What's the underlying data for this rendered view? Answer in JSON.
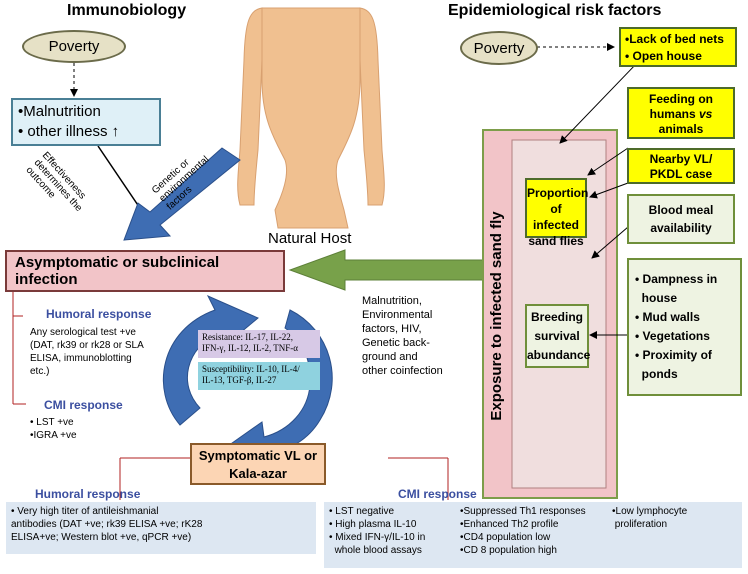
{
  "immunobiology_title": "Immunobiology",
  "epi_title": "Epidemiological risk factors",
  "poverty_left": "Poverty",
  "poverty_right": "Poverty",
  "malnutrition_box": {
    "line1": "•Malnutrition",
    "line2": "• other illness",
    "arrow": "↑"
  },
  "effectiveness_text": {
    "line1": "Effectiveness",
    "line2": "determines the",
    "line3": "outcome"
  },
  "genetic_text": {
    "line1": "Genetic or",
    "line2": "environmental",
    "line3": "factors"
  },
  "natural_host": "Natural Host",
  "asymptomatic": "Asymptomatic or subclinical infection",
  "humoral_top": {
    "title": "Humoral response",
    "line1": "Any serological test +ve",
    "line2": "(DAT, rk39 or rk28  or SLA",
    "line3": "ELISA, immunoblotting",
    "line4": "etc.)"
  },
  "cmi_top": {
    "title": "CMI response",
    "item1": "LST +ve",
    "item2": "•IGRA +ve"
  },
  "resistance": {
    "line1": "Resistance: IL-17, IL-22,",
    "line2": "IFN-γ, IL-12, IL-2, TNF-α"
  },
  "susceptibility": {
    "line1": "Susceptibility: IL-10, IL-4/",
    "line2": "IL-13, TGF-β, IL-27"
  },
  "malnutrition_factors": {
    "line1": "Malnutrition,",
    "line2": "Environmental",
    "line3": "factors, HIV,",
    "line4": "Genetic back-",
    "line5": "ground  and",
    "line6": "other coinfection"
  },
  "symptomatic": {
    "line1": "Symptomatic VL or",
    "line2": "Kala-azar"
  },
  "humoral_bottom": {
    "title": "Humoral response",
    "line1": "• Very high titer of antileishmanial",
    "line2": "antibodies (DAT +ve; rk39 ELISA +ve; rK28",
    "line3": "ELISA+ve;  Western blot +ve, qPCR +ve)"
  },
  "cmi_bottom": {
    "title": "CMI response",
    "col1": [
      "LST negative",
      "High plasma IL-10",
      "Mixed IFN-γ/IL-10 in",
      "whole blood assays"
    ],
    "col2": [
      "Suppressed Th1 responses",
      "Enhanced Th2 profile",
      "CD4 population low",
      "CD 8 population high"
    ],
    "col3": [
      "Low lymphocyte",
      "proliferation"
    ]
  },
  "exposure": "Exposure to infected sand fly",
  "proportion": {
    "line1": "Proportion",
    "line2": "of infected",
    "line3": "sand flies"
  },
  "breeding": {
    "line1": "Breeding",
    "line2": "survival",
    "line3": "abundance"
  },
  "bed_nets": {
    "pre": "•Lack of ",
    "bold": "bed",
    "post": " nets",
    "line2": "• Open house"
  },
  "feeding": {
    "line1": "Feeding on",
    "line2": "humans ",
    "vs": "vs",
    "line3": "animals"
  },
  "nearby": {
    "line1": "Nearby VL/",
    "line2": "PKDL case"
  },
  "blood_meal": {
    "line1": "Blood meal",
    "line2": "availability"
  },
  "dampness": [
    "Dampness in",
    "house",
    "Mud walls",
    "Vegetations",
    "Proximity of",
    "ponds"
  ],
  "colors": {
    "pink": "#f2c4c8",
    "salmon": "#e7b9a8",
    "blue_arrow": "#3e6db3",
    "green_arrow": "#78a14a",
    "yellow": "#ffff00"
  }
}
